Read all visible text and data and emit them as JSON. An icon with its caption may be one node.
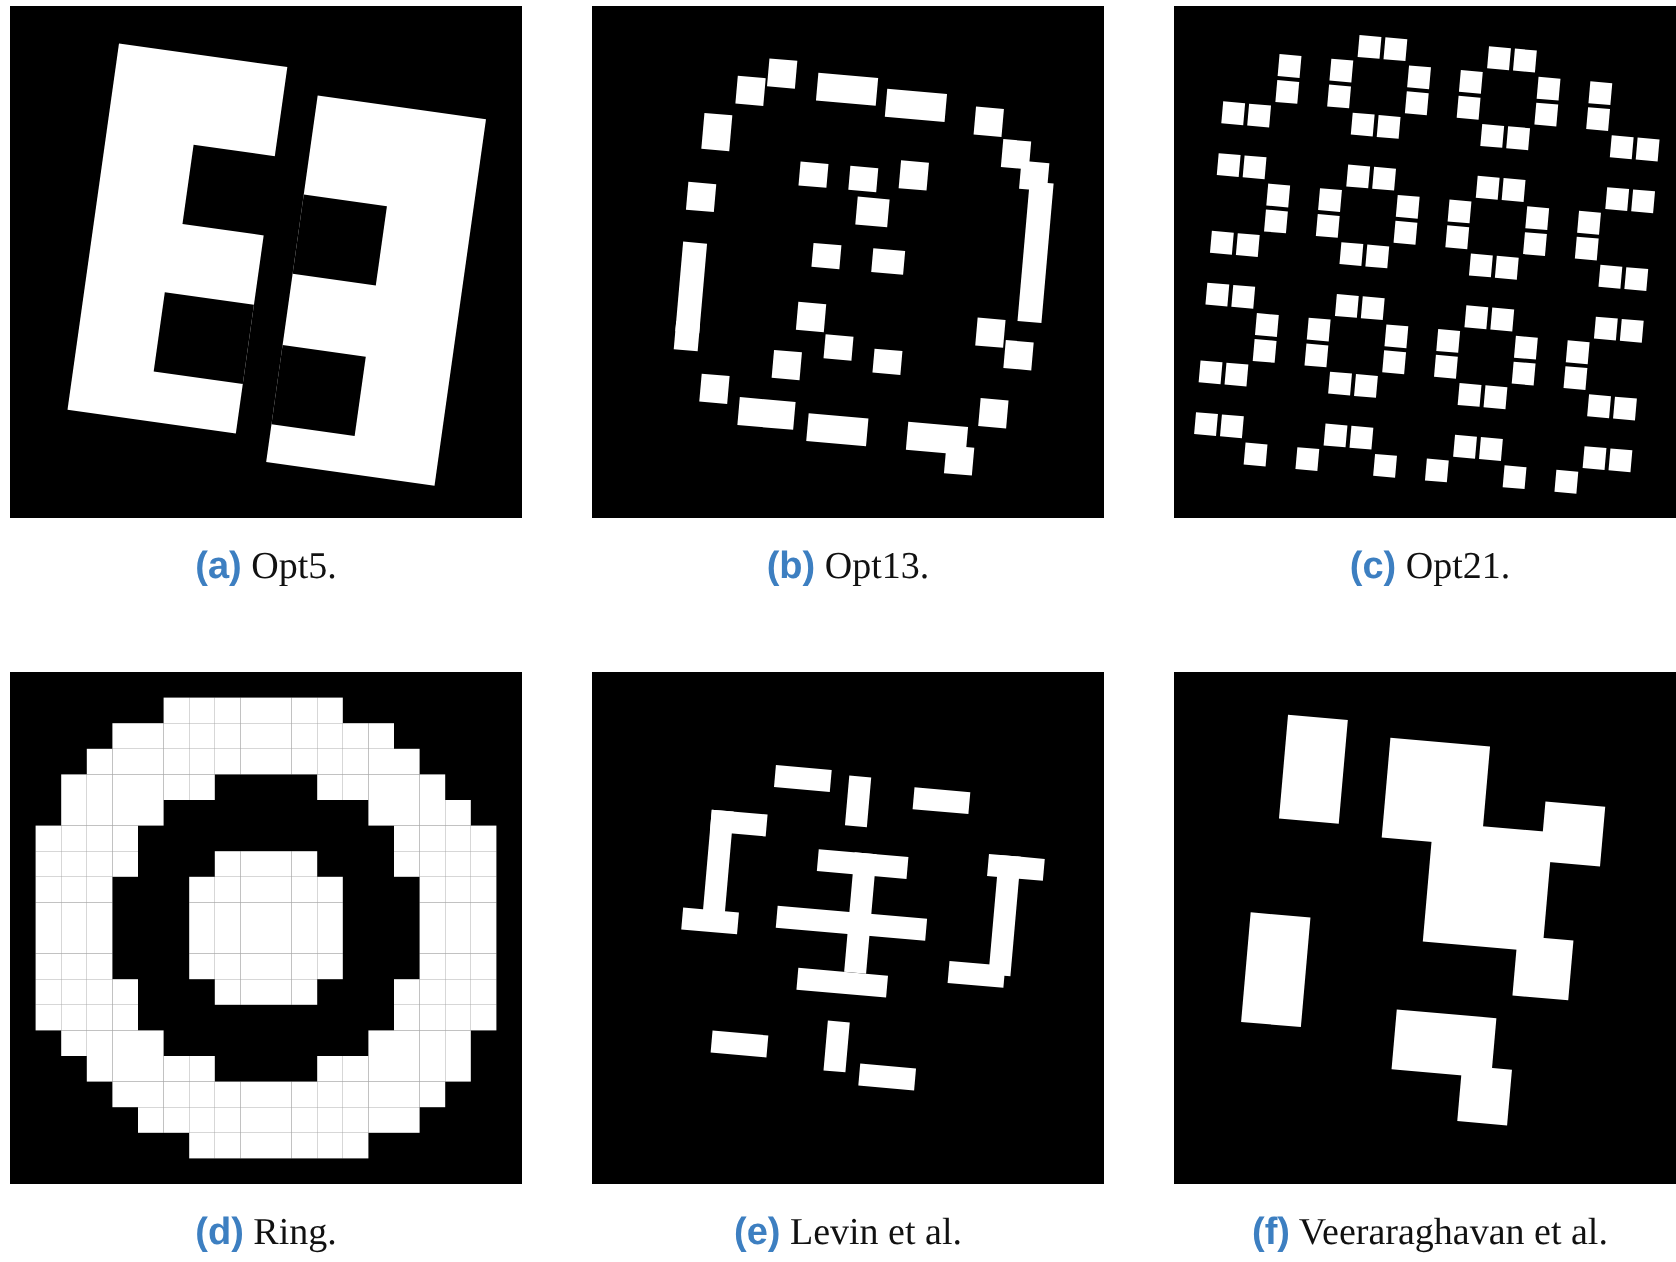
{
  "diagram": {
    "labels": [
      "**(a)** Opt5.",
      "**(b)** Opt13.",
      "**(c)** Opt21.",
      "**(d)** Ring.",
      "**(e)** Levin et al.",
      "**(f)** Veeraraghavan et al."
    ]
  }
}
